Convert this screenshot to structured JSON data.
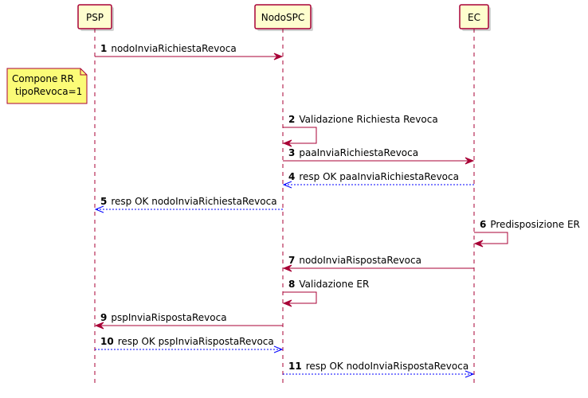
{
  "participants": [
    {
      "id": "psp",
      "label": "PSP"
    },
    {
      "id": "nodo",
      "label": "NodoSPC"
    },
    {
      "id": "ec",
      "label": "EC"
    }
  ],
  "note": {
    "lines": [
      "Compone RR",
      "tipoRevoca=1"
    ]
  },
  "messages": [
    {
      "num": "1",
      "label": "nodoInviaRichiestaRevoca",
      "from": "psp",
      "to": "nodo",
      "style": "solid"
    },
    {
      "num": "2",
      "label": "Validazione Richiesta Revoca",
      "from": "nodo",
      "to": "nodo",
      "style": "self"
    },
    {
      "num": "3",
      "label": "paaInviaRichiestaRevoca",
      "from": "nodo",
      "to": "ec",
      "style": "solid"
    },
    {
      "num": "4",
      "label": "resp OK paaInviaRichiestaRevoca",
      "from": "ec",
      "to": "nodo",
      "style": "dashed"
    },
    {
      "num": "5",
      "label": "resp OK nodoInviaRichiestaRevoca",
      "from": "nodo",
      "to": "psp",
      "style": "dashed"
    },
    {
      "num": "6",
      "label": "Predisposizione ER",
      "from": "ec",
      "to": "ec",
      "style": "self"
    },
    {
      "num": "7",
      "label": "nodoInviaRispostaRevoca",
      "from": "ec",
      "to": "nodo",
      "style": "solid"
    },
    {
      "num": "8",
      "label": "Validazione ER",
      "from": "nodo",
      "to": "nodo",
      "style": "self"
    },
    {
      "num": "9",
      "label": "pspInviaRispostaRevoca",
      "from": "nodo",
      "to": "psp",
      "style": "solid"
    },
    {
      "num": "10",
      "label": "resp OK pspInviaRispostaRevoca",
      "from": "psp",
      "to": "nodo",
      "style": "dashed"
    },
    {
      "num": "11",
      "label": "resp OK nodoInviaRispostaRevoca",
      "from": "nodo",
      "to": "ec",
      "style": "dashed"
    }
  ],
  "colors": {
    "participant_fill": "#FEFECE",
    "participant_border": "#A80036",
    "lifeline": "#A80036",
    "sync_arrow": "#A80036",
    "reply_arrow": "#0000FF",
    "note_fill": "#FBFB77",
    "note_border": "#A80036"
  }
}
